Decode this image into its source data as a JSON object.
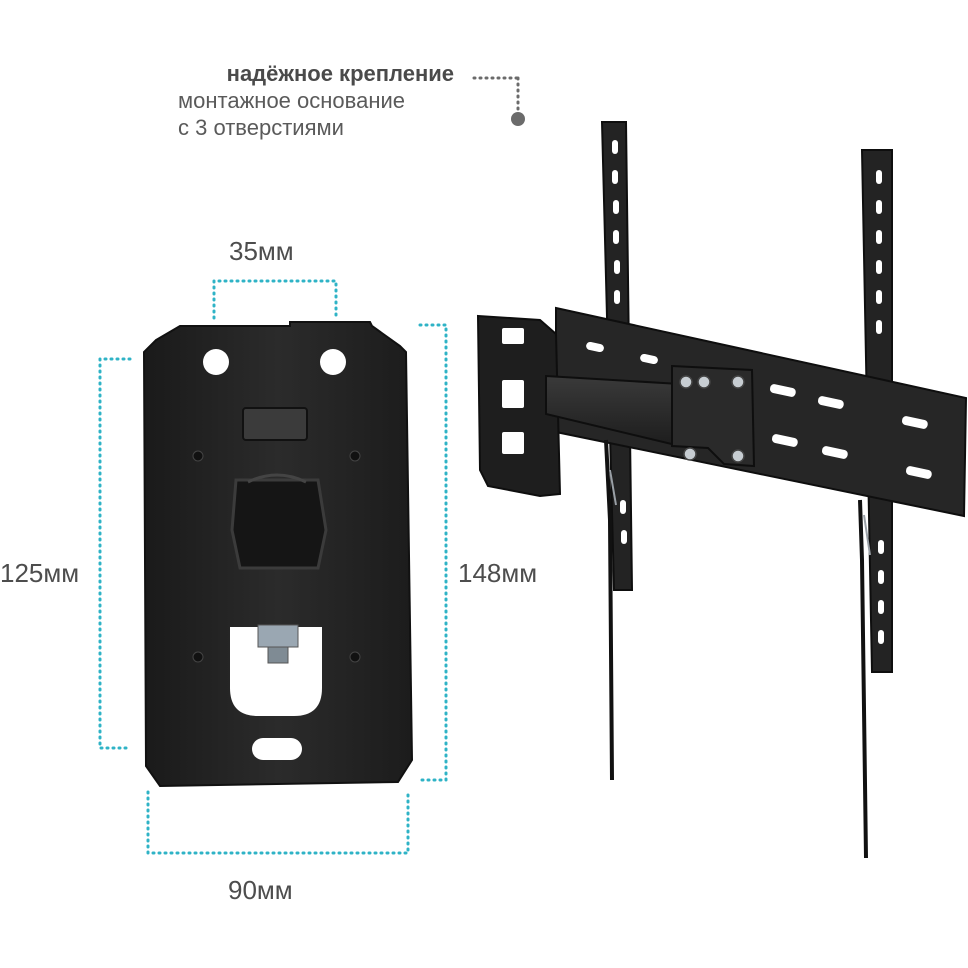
{
  "callout": {
    "title": "надёжное крепление",
    "line2": "монтажное основание",
    "line3": "с 3 отверстиями"
  },
  "dimensions": {
    "top": "35мм",
    "left": "125мм",
    "right": "148мм",
    "bottom": "90мм"
  },
  "colors": {
    "dimension_line": "#2fb3c6",
    "callout_dots": "#6b6b6b",
    "metal": "#222222",
    "metal_highlight": "#3a3a3a"
  }
}
